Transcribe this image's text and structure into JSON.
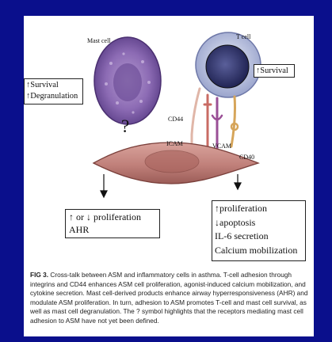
{
  "labels": {
    "mast_cell": "Mast cell",
    "t_cell": "T cell",
    "question_mark": "?",
    "cd44": "CD44",
    "icam": "ICAM",
    "vcam": "VCAM",
    "cd40": "CD40"
  },
  "boxes": {
    "mast_effects": [
      "↑Survival",
      "↑Degranulation"
    ],
    "t_effects": [
      "↑Survival"
    ],
    "asm_left": [
      "↑ or ↓ proliferation",
      "AHR"
    ],
    "asm_right": [
      "↑proliferation",
      "↓apoptosis",
      "IL-6 secretion",
      "Calcium mobilization"
    ]
  },
  "caption": {
    "fig_label": "FIG 3.",
    "text": "Cross-talk between ASM and inflammatory cells in asthma. T-cell adhesion through integrins and CD44 enhances ASM cell proliferation, agonist-induced calcium mobilization, and cytokine secretion. Mast cell-derived products enhance airway hyperresponsiveness (AHR) and modulate ASM proliferation. In turn, adhesion to ASM promotes T-cell and mast cell survival, as well as mast cell degranulation. The ? symbol highlights that the receptors mediating mast cell adhesion to ASM have not yet been defined."
  },
  "colors": {
    "background": "#0a0f8c",
    "asm_cell": "#c48a84",
    "mast_cell": "#8a6fb0",
    "t_cell": "#c8cfe6",
    "t_nucleus": "#2a2f66"
  }
}
